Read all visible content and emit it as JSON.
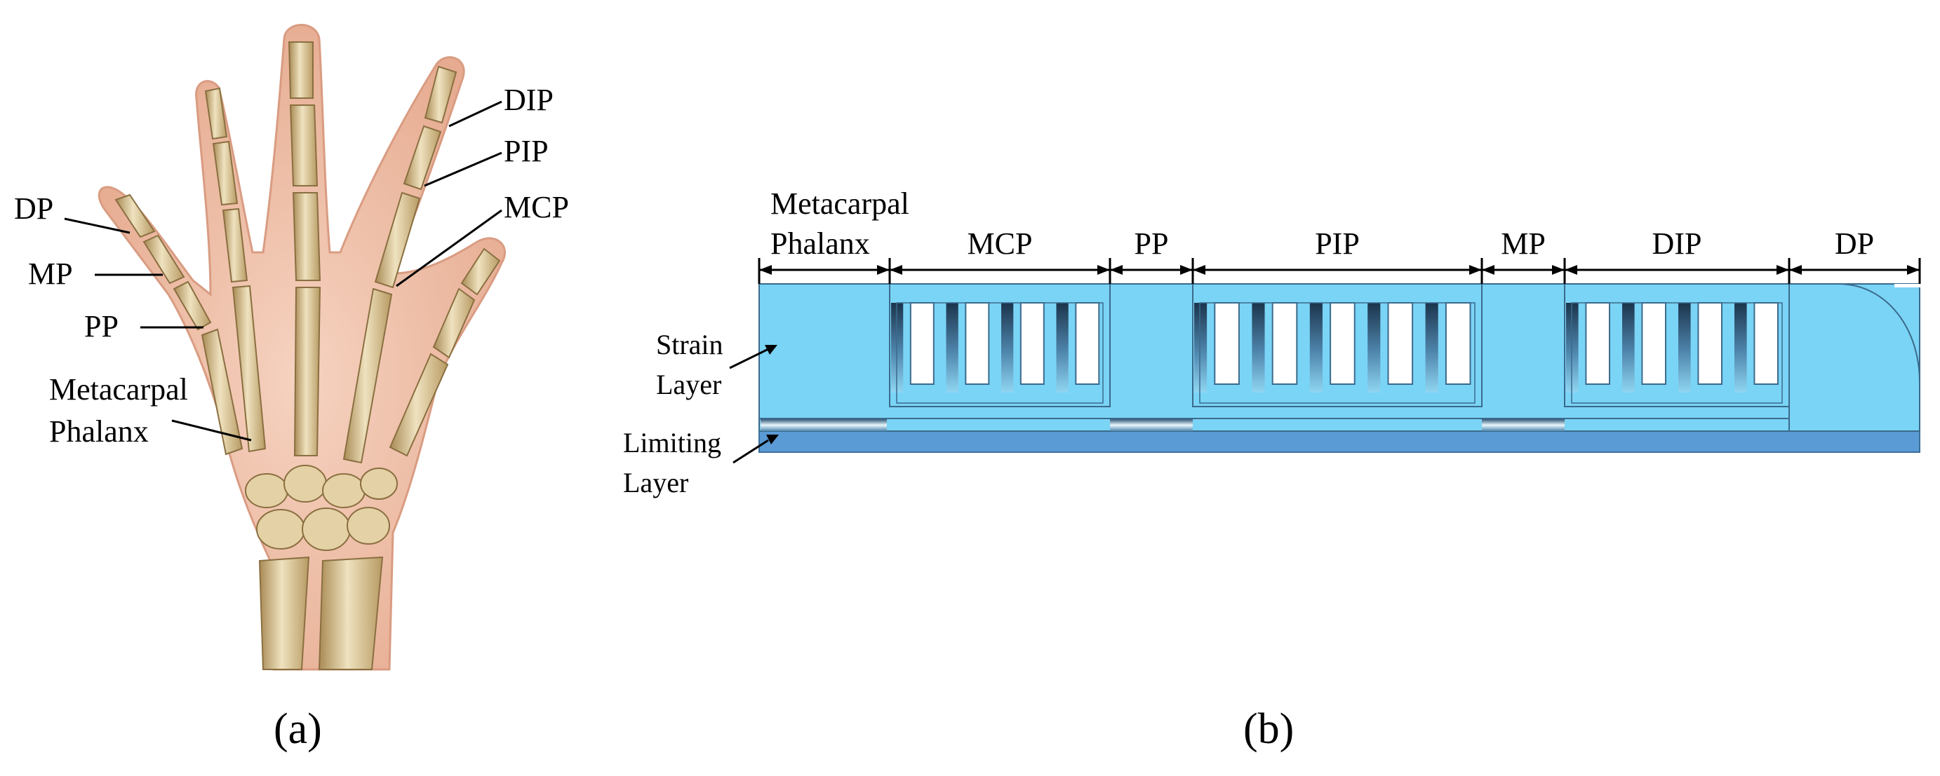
{
  "panel_a": {
    "caption": "(a)",
    "labels": {
      "dip": "DIP",
      "pip": "PIP",
      "mcp": "MCP",
      "dp": "DP",
      "mp": "MP",
      "pp": "PP",
      "metacarpal_line1": "Metacarpal",
      "metacarpal_line2": "Phalanx"
    },
    "illustration": "hand-skeleton-illustration"
  },
  "panel_b": {
    "caption": "(b)",
    "segments": {
      "metacarpal_line1": "Metacarpal",
      "metacarpal_line2": "Phalanx",
      "mcp": "MCP",
      "pp": "PP",
      "pip": "PIP",
      "mp": "MP",
      "dip": "DIP",
      "dp": "DP"
    },
    "layers": {
      "strain_line1": "Strain",
      "strain_line2": "Layer",
      "limiting_line1": "Limiting",
      "limiting_line2": "Layer"
    }
  },
  "colors": {
    "strain_layer": "#7ad4f6",
    "limiting_layer": "#5b9bd5",
    "chamber_shadow": "#1e3a56",
    "skin": "#f1c6b0",
    "bone": "#d8c59a"
  }
}
